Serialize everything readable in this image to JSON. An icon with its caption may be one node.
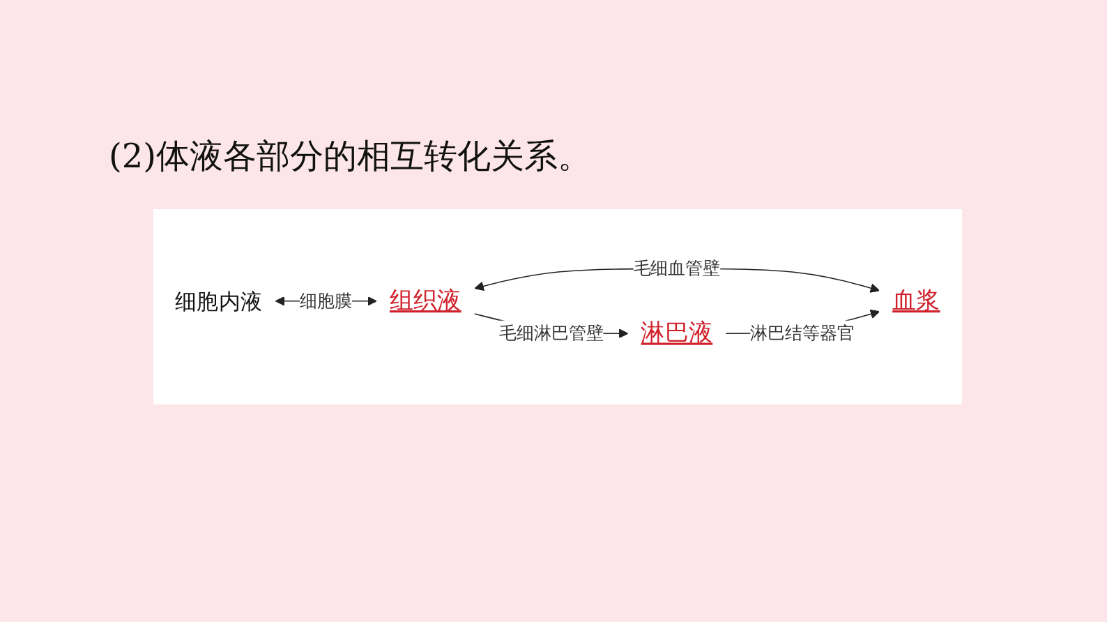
{
  "diagram": {
    "title": "(2)体液各部分的相互转化关系。",
    "nodes": [
      {
        "text": [
          "细胞内液"
        ]
      },
      {
        "text": [
          "组织液"
        ]
      },
      {
        "text": [
          "血浆"
        ]
      },
      {
        "text": [
          "淋巴液"
        ]
      }
    ],
    "edges": [
      {
        "from": 0,
        "to": 1,
        "arrow": "both",
        "label": "细胞膜"
      },
      {
        "from": 1,
        "to": 2,
        "arrow": "both",
        "label": "毛细血管壁"
      },
      {
        "from": 3,
        "to": 2,
        "arrow": "to",
        "label": "淋巴结等器官"
      },
      {
        "from": 1,
        "to": 3,
        "arrow": "to",
        "label": "毛细淋巴管壁"
      }
    ]
  }
}
